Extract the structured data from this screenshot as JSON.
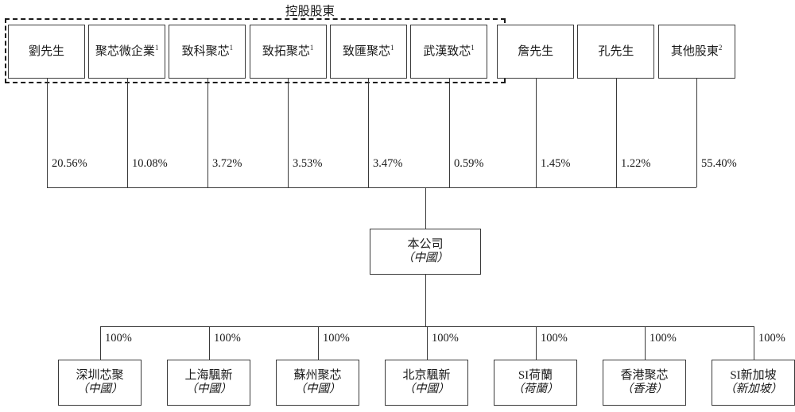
{
  "diagram": {
    "title": "控股股東",
    "colors": {
      "line": "#3a3a3a",
      "dashed": "#1a1a1a",
      "box_fill": "#ffffff",
      "text": "#1a1a1a"
    }
  },
  "controlling_group": {
    "caption": "控股股東",
    "members": [
      {
        "name": "劉先生",
        "footnote": "",
        "pct": "20.56%"
      },
      {
        "name": "聚芯微企業",
        "footnote": "1",
        "pct": "10.08%"
      },
      {
        "name": "致科聚芯",
        "footnote": "1",
        "pct": "3.72%"
      },
      {
        "name": "致拓聚芯",
        "footnote": "1",
        "pct": "3.53%"
      },
      {
        "name": "致匯聚芯",
        "footnote": "1",
        "pct": "3.47%"
      },
      {
        "name": "武漢致芯",
        "footnote": "1",
        "pct": "0.59%"
      }
    ]
  },
  "other_shareholders": [
    {
      "name": "詹先生",
      "footnote": "",
      "pct": "1.45%"
    },
    {
      "name": "孔先生",
      "footnote": "",
      "pct": "1.22%"
    },
    {
      "name": "其他股東",
      "footnote": "2",
      "pct": "55.40%"
    }
  ],
  "company": {
    "name": "本公司",
    "locale": "（中國）"
  },
  "subsidiaries": [
    {
      "name": "深圳芯聚",
      "locale": "（中國）",
      "pct": "100%"
    },
    {
      "name": "上海颿新",
      "locale": "（中國）",
      "pct": "100%"
    },
    {
      "name": "蘇州聚芯",
      "locale": "（中國）",
      "pct": "100%"
    },
    {
      "name": "北京颿新",
      "locale": "（中國）",
      "pct": "100%"
    },
    {
      "name": "SI荷蘭",
      "locale": "（荷蘭）",
      "pct": "100%"
    },
    {
      "name": "香港聚芯",
      "locale": "（香港）",
      "pct": "100%"
    },
    {
      "name": "SI新加坡",
      "locale": "（新加坡）",
      "pct": "100%"
    }
  ]
}
